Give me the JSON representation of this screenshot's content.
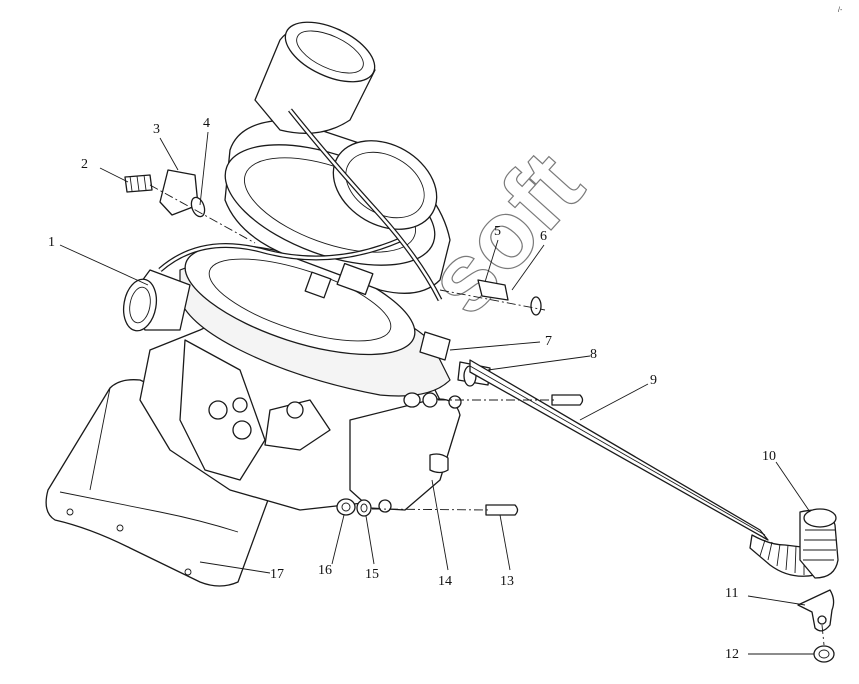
{
  "diagram": {
    "callouts": [
      {
        "id": "1",
        "text": "1"
      },
      {
        "id": "2",
        "text": "2"
      },
      {
        "id": "3",
        "text": "3"
      },
      {
        "id": "4",
        "text": "4"
      },
      {
        "id": "5",
        "text": "5"
      },
      {
        "id": "6",
        "text": "6"
      },
      {
        "id": "7",
        "text": "7"
      },
      {
        "id": "8",
        "text": "8"
      },
      {
        "id": "9",
        "text": "9"
      },
      {
        "id": "10",
        "text": "10"
      },
      {
        "id": "11",
        "text": "11"
      },
      {
        "id": "12",
        "text": "12"
      },
      {
        "id": "13",
        "text": "13"
      },
      {
        "id": "14",
        "text": "14"
      },
      {
        "id": "15",
        "text": "15"
      },
      {
        "id": "16",
        "text": "16"
      },
      {
        "id": "17",
        "text": "17"
      }
    ],
    "watermark": "soft",
    "corner_mark": "/-",
    "colors": {
      "line": "#1a1a1a",
      "background": "#ffffff",
      "watermark": "#7a7a7a"
    }
  }
}
